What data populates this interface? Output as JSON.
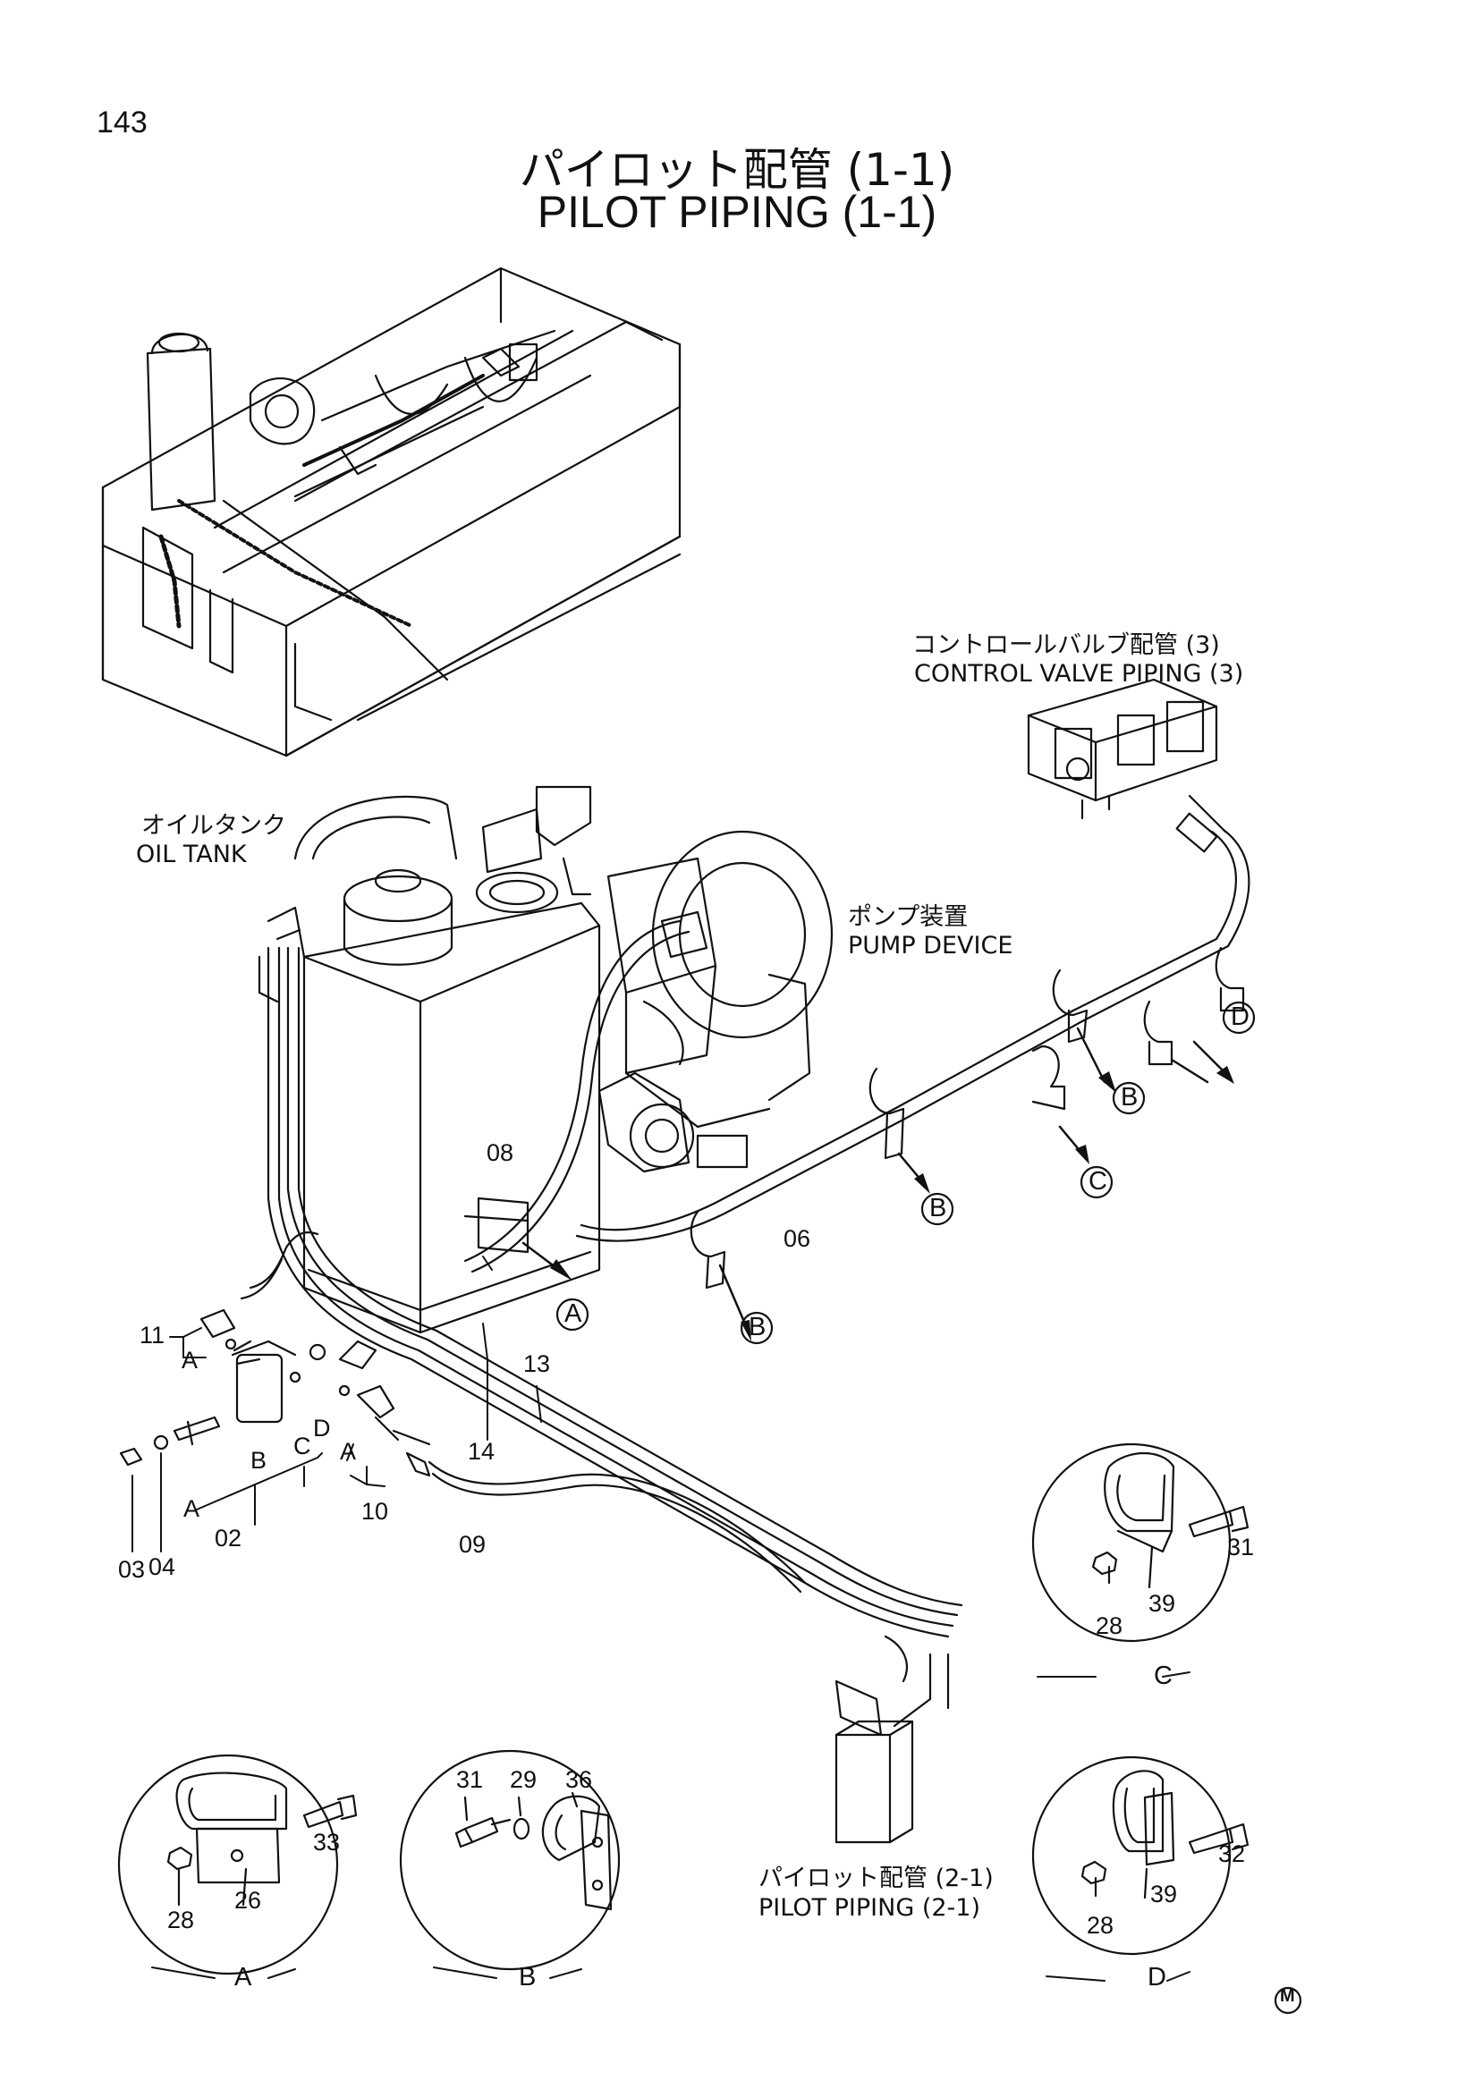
{
  "page_number": "143",
  "title_jp": "パイロット配管 (1-1)",
  "title_en": "PILOT PIPING (1-1)",
  "callouts": {
    "control_valve_jp": "コントロールバルブ配管 (3)",
    "control_valve_en": "CONTROL VALVE PIPING (3)",
    "oil_tank_jp": "オイルタンク",
    "oil_tank_en": "OIL TANK",
    "pump_jp": "ポンプ装置",
    "pump_en": "PUMP DEVICE",
    "pilot21_jp": "パイロット配管 (2-1)",
    "pilot21_en": "PILOT PIPING (2-1)"
  },
  "part_numbers": {
    "p08": "08",
    "p06": "06",
    "p13": "13",
    "p14": "14",
    "p11": "11",
    "p02": "02",
    "p03": "03",
    "p04": "04",
    "p10": "10",
    "p09": "09"
  },
  "letters": {
    "A": "A",
    "B": "B",
    "C": "C",
    "D": "D"
  },
  "detail_c": {
    "n31": "31",
    "n39": "39",
    "n28": "28",
    "label": "C"
  },
  "detail_d": {
    "n32": "32",
    "n39": "39",
    "n28": "28",
    "label": "D"
  },
  "detail_a": {
    "n33": "33",
    "n26": "26",
    "n28": "28",
    "label": "A"
  },
  "detail_b": {
    "n31": "31",
    "n29": "29",
    "n36": "36",
    "label": "B"
  },
  "corner_mark": "M"
}
